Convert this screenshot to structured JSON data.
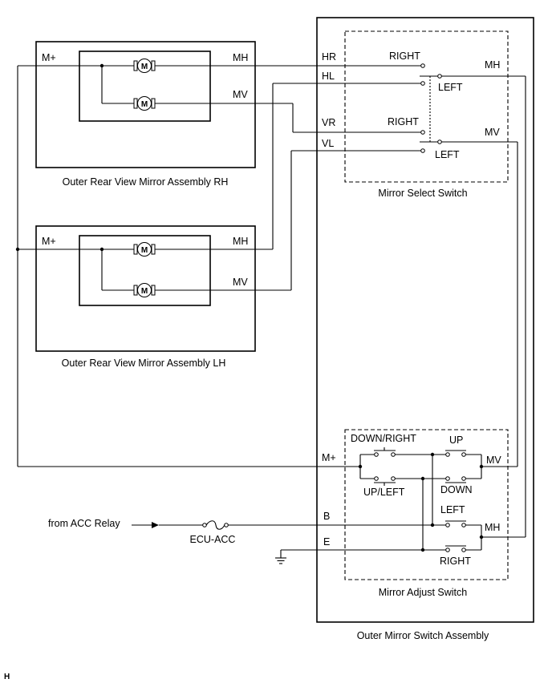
{
  "assemblies": {
    "rh": {
      "title": "Outer Rear View Mirror Assembly RH",
      "mplus": "M+",
      "mh": "MH",
      "mv": "MV",
      "motor": "M"
    },
    "lh": {
      "title": "Outer Rear View Mirror Assembly LH",
      "mplus": "M+",
      "mh": "MH",
      "mv": "MV",
      "motor": "M"
    }
  },
  "switch_assembly": {
    "title": "Outer Mirror Switch Assembly",
    "terminals": {
      "hr": "HR",
      "hl": "HL",
      "vr": "VR",
      "vl": "VL",
      "mplus": "M+",
      "b": "B",
      "e": "E"
    },
    "select_switch": {
      "title": "Mirror Select Switch",
      "right_top": "RIGHT",
      "left_top": "LEFT",
      "right_bottom": "RIGHT",
      "left_bottom": "LEFT",
      "out_mh": "MH",
      "out_mv": "MV"
    },
    "adjust_switch": {
      "title": "Mirror Adjust Switch",
      "down_right": "DOWN/RIGHT",
      "up_left": "UP/LEFT",
      "up": "UP",
      "down": "DOWN",
      "left": "LEFT",
      "right": "RIGHT",
      "out_mv": "MV",
      "out_mh": "MH"
    }
  },
  "external": {
    "acc_source": "from ACC Relay",
    "fuse": "ECU-ACC"
  },
  "figure_code": "H"
}
